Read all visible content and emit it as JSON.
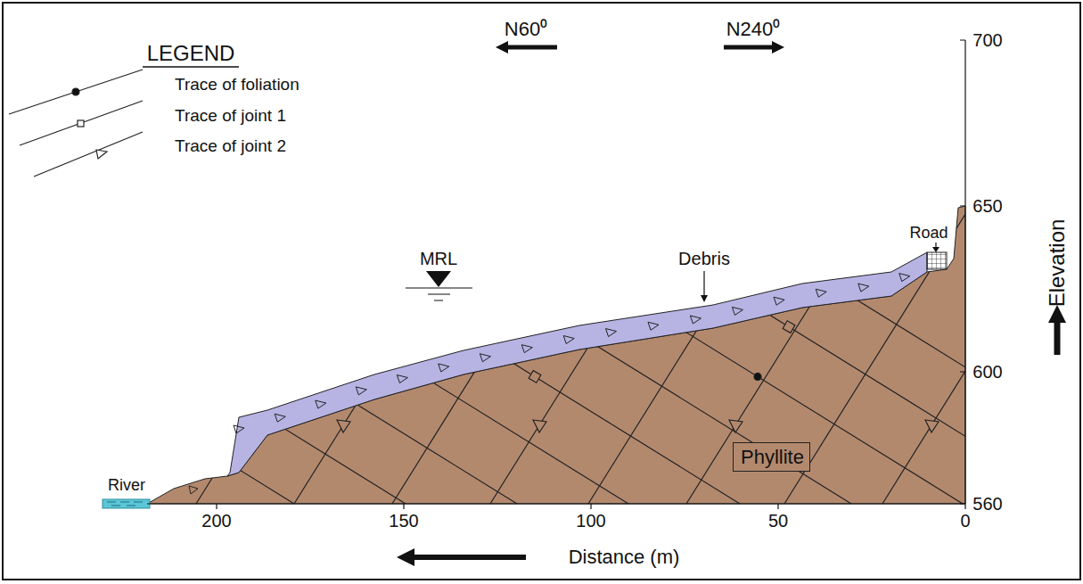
{
  "diagram": {
    "nodes": [
      {
        "text": [
          "Phyllite"
        ]
      }
    ],
    "labels": [
      "N60⁰",
      "N240⁰",
      "MRL",
      "Debris",
      "Road",
      "River",
      "700",
      "650",
      "600",
      "560",
      "Elevation",
      "200",
      "150",
      "100",
      "50",
      "0",
      "Distance (m)",
      "LEGEND"
    ],
    "legend": [
      {
        "text": "Trace of foliation"
      },
      {
        "text": "Trace of joint 1"
      },
      {
        "text": "Trace of joint 2"
      }
    ]
  }
}
